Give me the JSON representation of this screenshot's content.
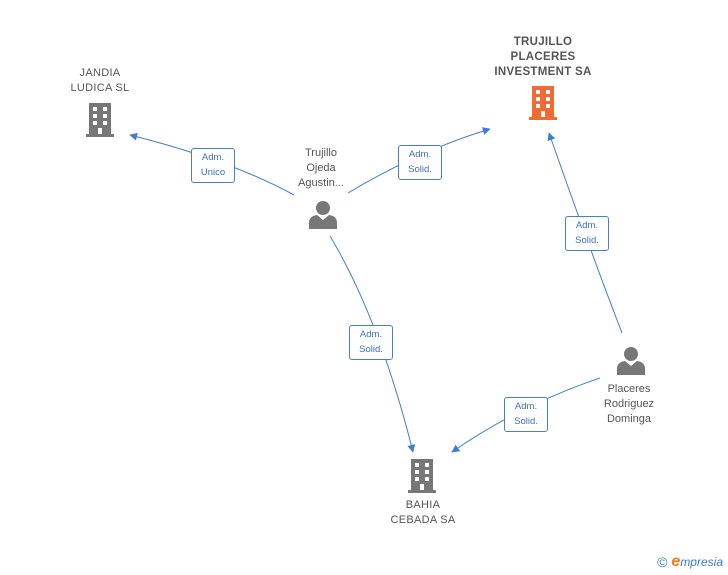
{
  "nodes": {
    "jandia": {
      "label": "JANDIA\nLUDICA  SL",
      "icon": "building-icon",
      "color": "#777777"
    },
    "trujillo_placeres": {
      "label": "TRUJILLO\nPLACERES\nINVESTMENT SA",
      "icon": "building-icon",
      "color": "#f26a2f"
    },
    "trujillo_ojeda": {
      "label": "Trujillo\nOjeda\nAgustin...",
      "icon": "person-icon",
      "color": "#777777"
    },
    "placeres_rodriguez": {
      "label": "Placeres\nRodriguez\nDominga",
      "icon": "person-icon",
      "color": "#777777"
    },
    "bahia": {
      "label": "BAHIA\nCEBADA SA",
      "icon": "building-icon",
      "color": "#777777"
    }
  },
  "edges": [
    {
      "from": "trujillo_ojeda",
      "to": "jandia",
      "label": "Adm.\nUnico"
    },
    {
      "from": "trujillo_ojeda",
      "to": "trujillo_placeres",
      "label": "Adm.\nSolid."
    },
    {
      "from": "trujillo_ojeda",
      "to": "bahia",
      "label": "Adm.\nSolid."
    },
    {
      "from": "placeres_rodriguez",
      "to": "trujillo_placeres",
      "label": "Adm.\nSolid."
    },
    {
      "from": "placeres_rodriguez",
      "to": "bahia",
      "label": "Adm.\nSolid."
    }
  ],
  "colors": {
    "edge": "#3f7dd1",
    "accent": "#f26a2f"
  },
  "footer": {
    "copyright": "©",
    "brand_initial": "e",
    "brand_rest": "mpresia"
  }
}
